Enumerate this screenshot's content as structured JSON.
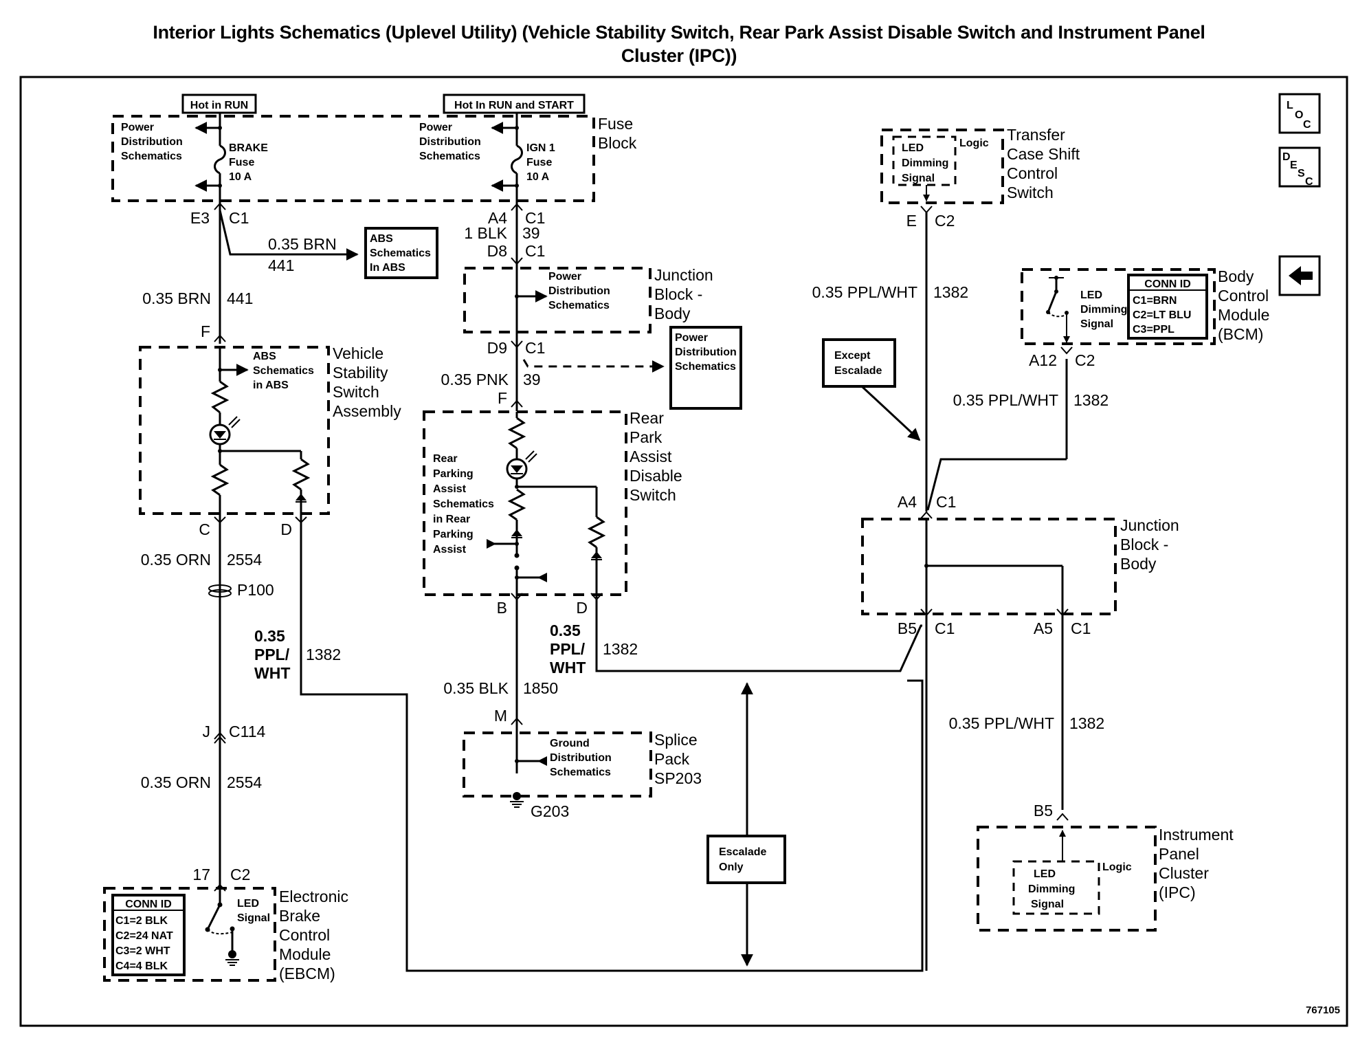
{
  "title_line1": "Interior Lights Schematics (Uplevel Utility) (Vehicle Stability Switch, Rear Park Assist Disable Switch and Instrument Panel",
  "title_line2": "Cluster (IPC))",
  "figure_number": "767105",
  "nav_icons": {
    "loc": {
      "l1": "L",
      "l2": "O",
      "l3": "C"
    },
    "desc": {
      "l1": "D",
      "l2": "E",
      "l3": "S",
      "l4": "C"
    },
    "back": "back-arrow"
  },
  "power_labels": {
    "hot_run": "Hot in RUN",
    "hot_run_start": "Hot In RUN and START"
  },
  "fuse_block": {
    "name": [
      "Fuse",
      "Block"
    ],
    "pds_left": [
      "Power",
      "Distribution",
      "Schematics"
    ],
    "brake_fuse": [
      "BRAKE",
      "Fuse",
      "10 A"
    ],
    "pds_right": [
      "Power",
      "Distribution",
      "Schematics"
    ],
    "ign_fuse": [
      "IGN 1",
      "Fuse",
      "10 A"
    ]
  },
  "left_branch": {
    "conn_top": {
      "pin": "E3",
      "conn": "C1"
    },
    "abs_wire": {
      "color": "0.35 BRN",
      "circuit": "441"
    },
    "abs_box": [
      "ABS",
      "Schematics",
      "In ABS"
    ],
    "wire1": {
      "color": "0.35 BRN",
      "circuit": "441"
    },
    "pin_f": "F",
    "vss": {
      "name": [
        "Vehicle",
        "Stability",
        "Switch",
        "Assembly"
      ],
      "abs_ref": [
        "ABS",
        "Schematics",
        "in ABS"
      ],
      "pin_c": "C",
      "pin_d": "D"
    },
    "wire2": {
      "color": "0.35 ORN",
      "circuit": "2554"
    },
    "splice": "P100",
    "wire3": {
      "color": [
        "0.35",
        "PPL/",
        "WHT"
      ],
      "circuit": "1382"
    },
    "conn_c114": {
      "pin": "J",
      "conn": "C114"
    },
    "wire4": {
      "color": "0.35 ORN",
      "circuit": "2554"
    },
    "conn_ebcm": {
      "pin": "17",
      "conn": "C2"
    },
    "ebcm": {
      "name": [
        "Electronic",
        "Brake",
        "Control",
        "Module",
        "(EBCM)"
      ],
      "conn_id_title": "CONN ID",
      "conn_ids": [
        "C1=2 BLK",
        "C2=24 NAT",
        "C3=2 WHT",
        "C4=4 BLK"
      ],
      "signal": [
        "LED",
        "Signal"
      ]
    }
  },
  "center_branch": {
    "conn_a4": {
      "pin": "A4",
      "conn": "C1"
    },
    "wire1": {
      "color": "1 BLK",
      "circuit": "39"
    },
    "conn_d8": {
      "pin": "D8",
      "conn": "C1"
    },
    "jb": {
      "name": [
        "Junction",
        "Block -",
        "Body"
      ],
      "pds": [
        "Power",
        "Distribution",
        "Schematics"
      ]
    },
    "conn_d9": {
      "pin": "D9",
      "conn": "C1"
    },
    "pds_box": [
      "Power",
      "Distribution",
      "Schematics"
    ],
    "wire2": {
      "color": "0.35 PNK",
      "circuit": "39"
    },
    "pin_f": "F",
    "rpa": {
      "name": [
        "Rear",
        "Park",
        "Assist",
        "Disable",
        "Switch"
      ],
      "ref": [
        "Rear",
        "Parking",
        "Assist",
        "Schematics",
        "in Rear",
        "Parking",
        "Assist"
      ],
      "pin_b": "B",
      "pin_d": "D"
    },
    "wire3": {
      "color": [
        "0.35",
        "PPL/",
        "WHT"
      ],
      "circuit": "1382"
    },
    "wire4": {
      "color": "0.35 BLK",
      "circuit": "1850"
    },
    "pin_m": "M",
    "splice_pack": {
      "name": [
        "Splice",
        "Pack",
        "SP203"
      ],
      "ref": [
        "Ground",
        "Distribution",
        "Schematics"
      ]
    },
    "ground": "G203",
    "escalade_box": [
      "Escalade",
      "Only"
    ]
  },
  "right_branch": {
    "tcs": {
      "name": [
        "Transfer",
        "Case Shift",
        "Control",
        "Switch"
      ],
      "inner": [
        "LED",
        "Dimming",
        "Signal"
      ],
      "logic": "Logic"
    },
    "conn_e": {
      "pin": "E",
      "conn": "C2"
    },
    "wire1": {
      "color": "0.35 PPL/WHT",
      "circuit": "1382"
    },
    "except_box": [
      "Except",
      "Escalade"
    ],
    "bcm": {
      "name": [
        "Body",
        "Control",
        "Module",
        "(BCM)"
      ],
      "signal": [
        "LED",
        "Dimming",
        "Signal"
      ],
      "conn_id_title": "CONN ID",
      "conn_ids": [
        "C1=BRN",
        "C2=LT BLU",
        "C3=PPL"
      ]
    },
    "conn_a12": {
      "pin": "A12",
      "conn": "C2"
    },
    "wire2": {
      "color": "0.35 PPL/WHT",
      "circuit": "1382"
    },
    "conn_a4": {
      "pin": "A4",
      "conn": "C1"
    },
    "jb": {
      "name": [
        "Junction",
        "Block -",
        "Body"
      ]
    },
    "conn_b5": {
      "pin": "B5",
      "conn": "C1"
    },
    "conn_a5": {
      "pin": "A5",
      "conn": "C1"
    },
    "wire3": {
      "color": "0.35 PPL/WHT",
      "circuit": "1382"
    },
    "pin_b5": "B5",
    "ipc": {
      "name": [
        "Instrument",
        "Panel",
        "Cluster",
        "(IPC)"
      ],
      "inner": [
        "LED",
        "Dimming",
        "Signal"
      ],
      "logic": "Logic"
    }
  }
}
